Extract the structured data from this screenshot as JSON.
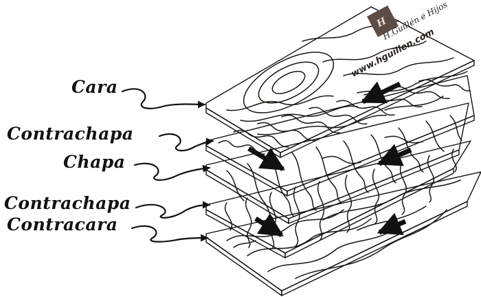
{
  "labels": {
    "cara": "Cara",
    "contrachapa_top": "Contrachapa",
    "chapa": "Chapa",
    "contrachapa_bottom": "Contrachapa",
    "contracara": "Contracara"
  },
  "logo": {
    "brand_text": "H.Guillén e Hijos",
    "website": "www.hguillen.com"
  },
  "colors": {
    "face_veneer": "#d8bfae",
    "cross_veneer": "#f0e0bc",
    "core_veneer": "#e9d2ad",
    "grain_lines": "#1a1410",
    "ink": "#111111"
  },
  "icons": {
    "grain_direction": "arrow-icon",
    "leader": "curly-leader-arrow"
  }
}
